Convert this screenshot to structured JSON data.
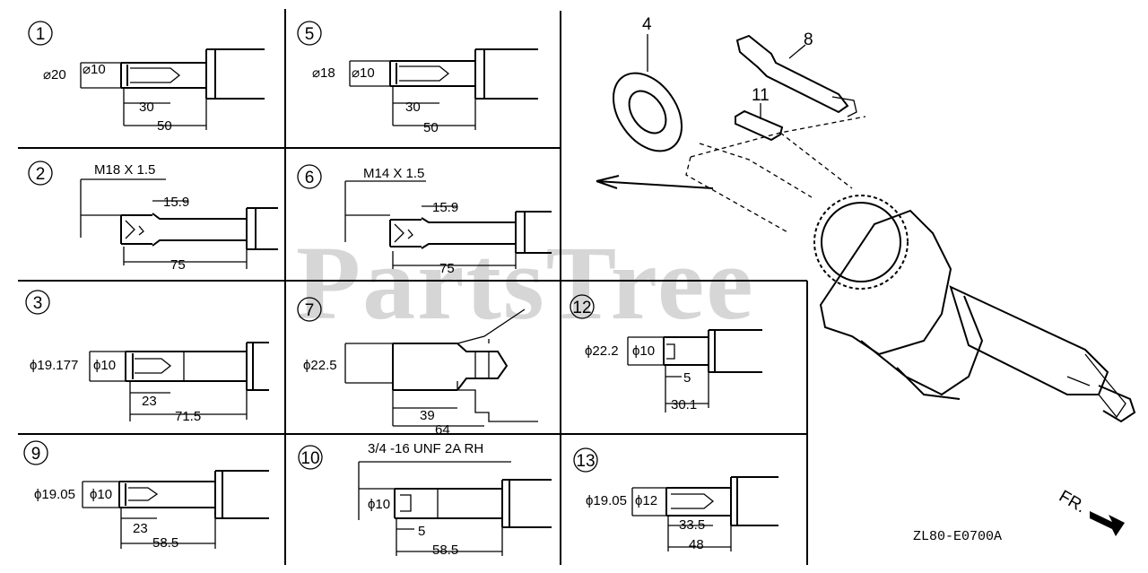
{
  "watermark": "PartsTree",
  "diagram_code": "ZL80-E0700A",
  "front_label": "FR.",
  "callouts": [
    "4",
    "8",
    "11"
  ],
  "panels": [
    {
      "id": "1",
      "dims": [
        "⌀20",
        "⌀10",
        "30",
        "50"
      ]
    },
    {
      "id": "5",
      "dims": [
        "⌀18",
        "⌀10",
        "30",
        "50"
      ]
    },
    {
      "id": "2",
      "thread": "M18 X 1.5",
      "dims": [
        "15.9",
        "75"
      ]
    },
    {
      "id": "6",
      "thread": "M14 X 1.5",
      "dims": [
        "15.9",
        "75"
      ]
    },
    {
      "id": "3",
      "dims": [
        "ϕ19.177",
        "ϕ10",
        "23",
        "71.5"
      ]
    },
    {
      "id": "7",
      "dims": [
        "ϕ22.5",
        "39",
        "64"
      ]
    },
    {
      "id": "12",
      "dims": [
        "ϕ22.2",
        "ϕ10",
        "5",
        "30.1"
      ]
    },
    {
      "id": "9",
      "dims": [
        "ϕ19.05",
        "ϕ10",
        "23",
        "58.5"
      ]
    },
    {
      "id": "10",
      "thread": "3/4 -16 UNF 2A RH",
      "dims": [
        "ϕ10",
        "5",
        "58.5"
      ]
    },
    {
      "id": "13",
      "dims": [
        "ϕ19.05",
        "ϕ12",
        "33.5",
        "48"
      ]
    }
  ]
}
